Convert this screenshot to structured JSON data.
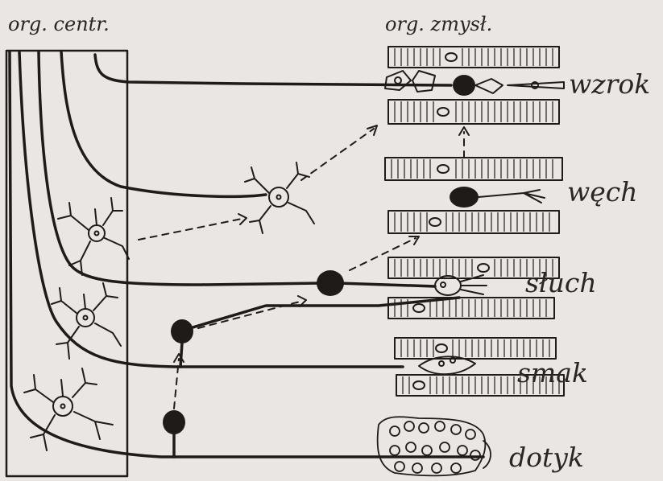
{
  "header": {
    "left_label": "org. centr.",
    "right_label": "org. zmysł."
  },
  "senses": [
    {
      "label": "wzrok"
    },
    {
      "label": "węch"
    },
    {
      "label": "słuch"
    },
    {
      "label": "smak"
    },
    {
      "label": "dotyk"
    }
  ],
  "colors": {
    "paper": "#e9e6e3",
    "ink": "#1f1b19"
  }
}
